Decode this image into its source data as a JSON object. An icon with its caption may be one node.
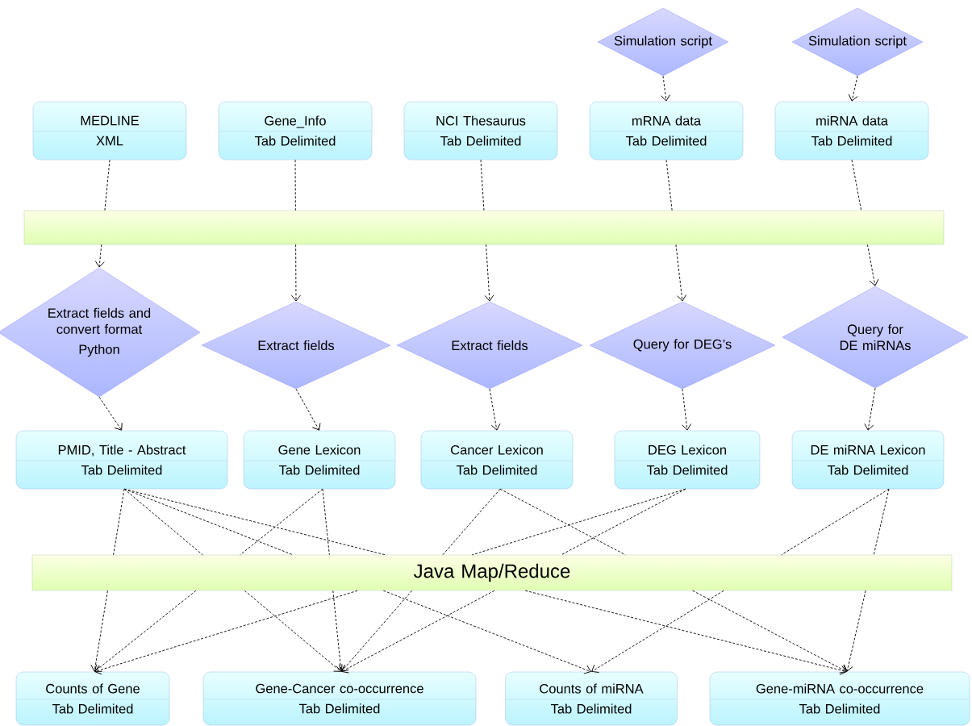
{
  "diagram": {
    "nodes": [
      {
        "text": [
          "Simulation script"
        ]
      },
      {
        "text": [
          "Simulation script"
        ]
      },
      {
        "text": [
          "MEDLINE",
          "XML"
        ]
      },
      {
        "text": [
          "Gene_Info",
          "Tab Delimited"
        ]
      },
      {
        "text": [
          "NCI Thesaurus",
          "Tab Delimited"
        ]
      },
      {
        "text": [
          "mRNA data",
          "Tab Delimited"
        ]
      },
      {
        "text": [
          "miRNA data",
          "Tab Delimited"
        ]
      },
      {
        "text": [],
        "shape": "bar"
      },
      {
        "text": [
          "Extract fields and convert format",
          "Python"
        ]
      },
      {
        "text": [
          "Extract fields"
        ]
      },
      {
        "text": [
          "Extract fields"
        ]
      },
      {
        "text": [
          "Query for DEG’s"
        ]
      },
      {
        "text": [
          "Query for DE miRNAs"
        ]
      },
      {
        "text": [
          "PMID, Title - Abstract",
          "Tab Delimited"
        ]
      },
      {
        "text": [
          "Gene Lexicon",
          "Tab Delimited"
        ]
      },
      {
        "text": [
          "Cancer Lexicon",
          "Tab Delimited"
        ]
      },
      {
        "text": [
          "DEG Lexicon",
          "Tab Delimited"
        ]
      },
      {
        "text": [
          "DE miRNA Lexicon",
          "Tab Delimited"
        ]
      },
      {
        "text": [
          "Java Map/Reduce"
        ]
      },
      {
        "text": [
          "Counts of Gene",
          "Tab Delimited"
        ]
      },
      {
        "text": [
          "Gene-Cancer co-occurrence",
          "Tab Delimited"
        ]
      },
      {
        "text": [
          "Counts of miRNA",
          "Tab Delimited"
        ]
      },
      {
        "text": [
          "Gene-miRNA co-occurrence",
          "Tab Delimited"
        ]
      }
    ],
    "edges": [
      {
        "from": 0,
        "to": 5,
        "arrow": "to"
      },
      {
        "from": 1,
        "to": 6,
        "arrow": "to"
      },
      {
        "from": 2,
        "to": 7,
        "arrow": "none"
      },
      {
        "from": 3,
        "to": 7,
        "arrow": "none"
      },
      {
        "from": 4,
        "to": 7,
        "arrow": "none"
      },
      {
        "from": 5,
        "to": 7,
        "arrow": "none"
      },
      {
        "from": 6,
        "to": 7,
        "arrow": "none"
      },
      {
        "from": 7,
        "to": 8,
        "arrow": "to"
      },
      {
        "from": 7,
        "to": 9,
        "arrow": "to"
      },
      {
        "from": 7,
        "to": 10,
        "arrow": "to"
      },
      {
        "from": 7,
        "to": 11,
        "arrow": "to"
      },
      {
        "from": 7,
        "to": 12,
        "arrow": "to"
      },
      {
        "from": 8,
        "to": 13,
        "arrow": "to"
      },
      {
        "from": 9,
        "to": 14,
        "arrow": "to"
      },
      {
        "from": 10,
        "to": 15,
        "arrow": "to"
      },
      {
        "from": 11,
        "to": 16,
        "arrow": "to"
      },
      {
        "from": 12,
        "to": 17,
        "arrow": "to"
      },
      {
        "from": 13,
        "to": 18,
        "arrow": "none"
      },
      {
        "from": 13,
        "to": 18,
        "arrow": "none"
      },
      {
        "from": 13,
        "to": 18,
        "arrow": "none"
      },
      {
        "from": 13,
        "to": 18,
        "arrow": "none"
      },
      {
        "from": 14,
        "to": 18,
        "arrow": "none"
      },
      {
        "from": 14,
        "to": 18,
        "arrow": "none"
      },
      {
        "from": 15,
        "to": 18,
        "arrow": "none"
      },
      {
        "from": 15,
        "to": 18,
        "arrow": "none"
      },
      {
        "from": 16,
        "to": 18,
        "arrow": "none"
      },
      {
        "from": 16,
        "to": 18,
        "arrow": "none"
      },
      {
        "from": 17,
        "to": 18,
        "arrow": "none"
      },
      {
        "from": 17,
        "to": 18,
        "arrow": "none"
      },
      {
        "from": 18,
        "to": 19,
        "arrow": "to"
      },
      {
        "from": 18,
        "to": 20,
        "arrow": "to"
      },
      {
        "from": 18,
        "to": 21,
        "arrow": "to"
      },
      {
        "from": 18,
        "to": 22,
        "arrow": "to"
      },
      {
        "from": 18,
        "to": 19,
        "arrow": "to"
      },
      {
        "from": 18,
        "to": 20,
        "arrow": "to"
      },
      {
        "from": 18,
        "to": 20,
        "arrow": "to"
      },
      {
        "from": 18,
        "to": 22,
        "arrow": "to"
      },
      {
        "from": 18,
        "to": 19,
        "arrow": "to"
      },
      {
        "from": 18,
        "to": 20,
        "arrow": "to"
      },
      {
        "from": 18,
        "to": 21,
        "arrow": "to"
      },
      {
        "from": 18,
        "to": 22,
        "arrow": "to"
      }
    ]
  }
}
